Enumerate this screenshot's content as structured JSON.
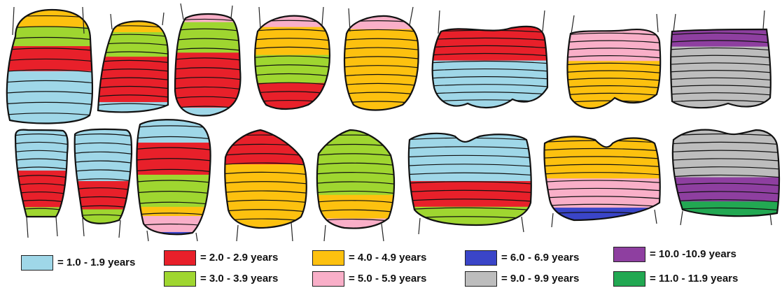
{
  "colors": {
    "c1": "#9fd7e8",
    "c2": "#e8202a",
    "c3": "#9fd630",
    "c4": "#fdc10f",
    "c5": "#f9afc8",
    "c6": "#3a45c8",
    "c9": "#bdbdbd",
    "c10": "#8e3fa0",
    "c11": "#22a852"
  },
  "legend": [
    {
      "key": "c1",
      "label": "= 1.0 - 1.9 years"
    },
    {
      "key": "c2",
      "label": "= 2.0 - 2.9 years"
    },
    {
      "key": "c3",
      "label": "= 3.0 - 3.9 years"
    },
    {
      "key": "c4",
      "label": "= 4.0 - 4.9 years"
    },
    {
      "key": "c5",
      "label": "= 5.0 - 5.9 years"
    },
    {
      "key": "c6",
      "label": "= 6.0 - 6.9 years"
    },
    {
      "key": "c9",
      "label": "= 9.0 - 9.9 years"
    },
    {
      "key": "c10",
      "label": "= 10.0 -10.9 years"
    },
    {
      "key": "c11",
      "label": "= 11.0 - 11.9 years"
    }
  ],
  "teeth_top_row": [
    {
      "bands": [
        [
          "c4",
          0.15
        ],
        [
          "c3",
          0.17
        ],
        [
          "c2",
          0.22
        ],
        [
          "c1",
          0.46
        ]
      ]
    },
    {
      "bands": [
        [
          "c4",
          0.12
        ],
        [
          "c3",
          0.27
        ],
        [
          "c2",
          0.5
        ],
        [
          "c1",
          0.11
        ]
      ]
    },
    {
      "bands": [
        [
          "c5",
          0.08
        ],
        [
          "c3",
          0.3
        ],
        [
          "c2",
          0.54
        ],
        [
          "c1",
          0.08
        ]
      ]
    },
    {
      "bands": [
        [
          "c5",
          0.12
        ],
        [
          "c4",
          0.3
        ],
        [
          "c3",
          0.3
        ],
        [
          "c2",
          0.28
        ]
      ]
    },
    {
      "bands": [
        [
          "c5",
          0.14
        ],
        [
          "c4",
          0.86
        ]
      ]
    },
    {
      "bands": [
        [
          "c2",
          0.42
        ],
        [
          "c1",
          0.58
        ]
      ]
    },
    {
      "bands": [
        [
          "c5",
          0.4
        ],
        [
          "c4",
          0.6
        ]
      ]
    },
    {
      "bands": [
        [
          "c10",
          0.22
        ],
        [
          "c9",
          0.78
        ]
      ]
    }
  ],
  "teeth_bottom_row": [
    {
      "bands": [
        [
          "c1",
          0.47
        ],
        [
          "c2",
          0.42
        ],
        [
          "c3",
          0.11
        ]
      ]
    },
    {
      "bands": [
        [
          "c1",
          0.55
        ],
        [
          "c2",
          0.3
        ],
        [
          "c3",
          0.15
        ]
      ]
    },
    {
      "bands": [
        [
          "c1",
          0.2
        ],
        [
          "c2",
          0.28
        ],
        [
          "c3",
          0.28
        ],
        [
          "c4",
          0.08
        ],
        [
          "c5",
          0.14
        ],
        [
          "c6",
          0.02
        ]
      ]
    },
    {
      "bands": [
        [
          "c2",
          0.35
        ],
        [
          "c4",
          0.65
        ]
      ]
    },
    {
      "bands": [
        [
          "c3",
          0.66
        ],
        [
          "c4",
          0.24
        ],
        [
          "c5",
          0.1
        ]
      ]
    },
    {
      "bands": [
        [
          "c1",
          0.52
        ],
        [
          "c2",
          0.28
        ],
        [
          "c3",
          0.2
        ]
      ]
    },
    {
      "bands": [
        [
          "c4",
          0.5
        ],
        [
          "c5",
          0.35
        ],
        [
          "c6",
          0.15
        ]
      ]
    },
    {
      "bands": [
        [
          "c9",
          0.55
        ],
        [
          "c10",
          0.28
        ],
        [
          "c11",
          0.17
        ]
      ]
    }
  ]
}
